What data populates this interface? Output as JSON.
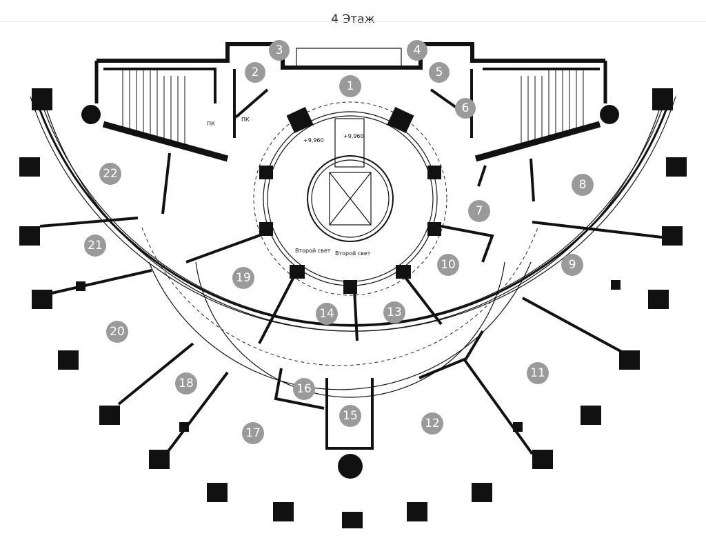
{
  "title": "4 Этаж",
  "labels": {
    "second_light_1": "Второй свет",
    "second_light_2": "Второй свет",
    "elev_1": "+9,960",
    "elev_2": "+9,960",
    "pk_1": "ПК",
    "pk_2": "ПК"
  },
  "rooms": [
    {
      "number": "1"
    },
    {
      "number": "2"
    },
    {
      "number": "3"
    },
    {
      "number": "4"
    },
    {
      "number": "5"
    },
    {
      "number": "6"
    },
    {
      "number": "7"
    },
    {
      "number": "8"
    },
    {
      "number": "9"
    },
    {
      "number": "10"
    },
    {
      "number": "11"
    },
    {
      "number": "12"
    },
    {
      "number": "13"
    },
    {
      "number": "14"
    },
    {
      "number": "15"
    },
    {
      "number": "16"
    },
    {
      "number": "17"
    },
    {
      "number": "18"
    },
    {
      "number": "19"
    },
    {
      "number": "20"
    },
    {
      "number": "21"
    },
    {
      "number": "22"
    }
  ],
  "colors": {
    "badge": "#9a9a9a",
    "wall": "#111111"
  }
}
